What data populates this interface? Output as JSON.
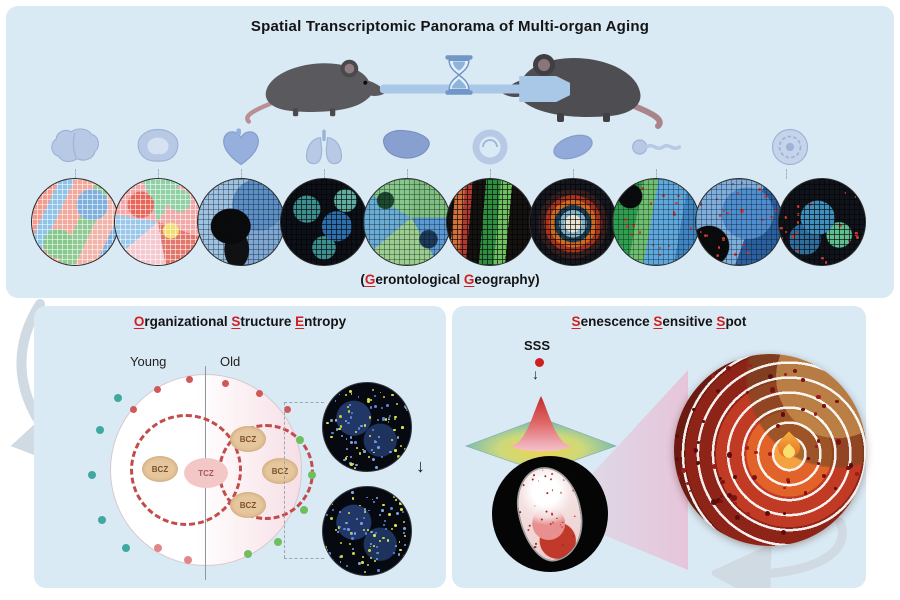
{
  "header": {
    "title": "Spatial Transcriptomic Panorama of Multi-organ Aging"
  },
  "gerontological": {
    "open": "(",
    "g1": "G",
    "rest1": "erontological ",
    "g2": "G",
    "rest2": "eography)"
  },
  "organs": [
    "brain",
    "brain-slice",
    "heart",
    "lung",
    "liver",
    "intestine",
    "spleen",
    "nerve",
    "ovary"
  ],
  "left_panel": {
    "title": {
      "l1": "O",
      "r1": "rganizational ",
      "l2": "S",
      "r2": "tructure ",
      "l3": "E",
      "r3": "ntropy"
    },
    "young_label": "Young",
    "old_label": "Old",
    "bcz_label": "BCZ",
    "tcz_label": "TCZ"
  },
  "right_panel": {
    "title": {
      "l1": "S",
      "r1": "enescence ",
      "l2": "S",
      "r2": "ensitive ",
      "l3": "S",
      "r3": "pot"
    },
    "sss_label": "SSS"
  },
  "glyphs": {
    "down_arrow": "↓"
  },
  "colors": {
    "accent_red": "#cf1f1f",
    "panel_blue": "#d9eaf5"
  }
}
